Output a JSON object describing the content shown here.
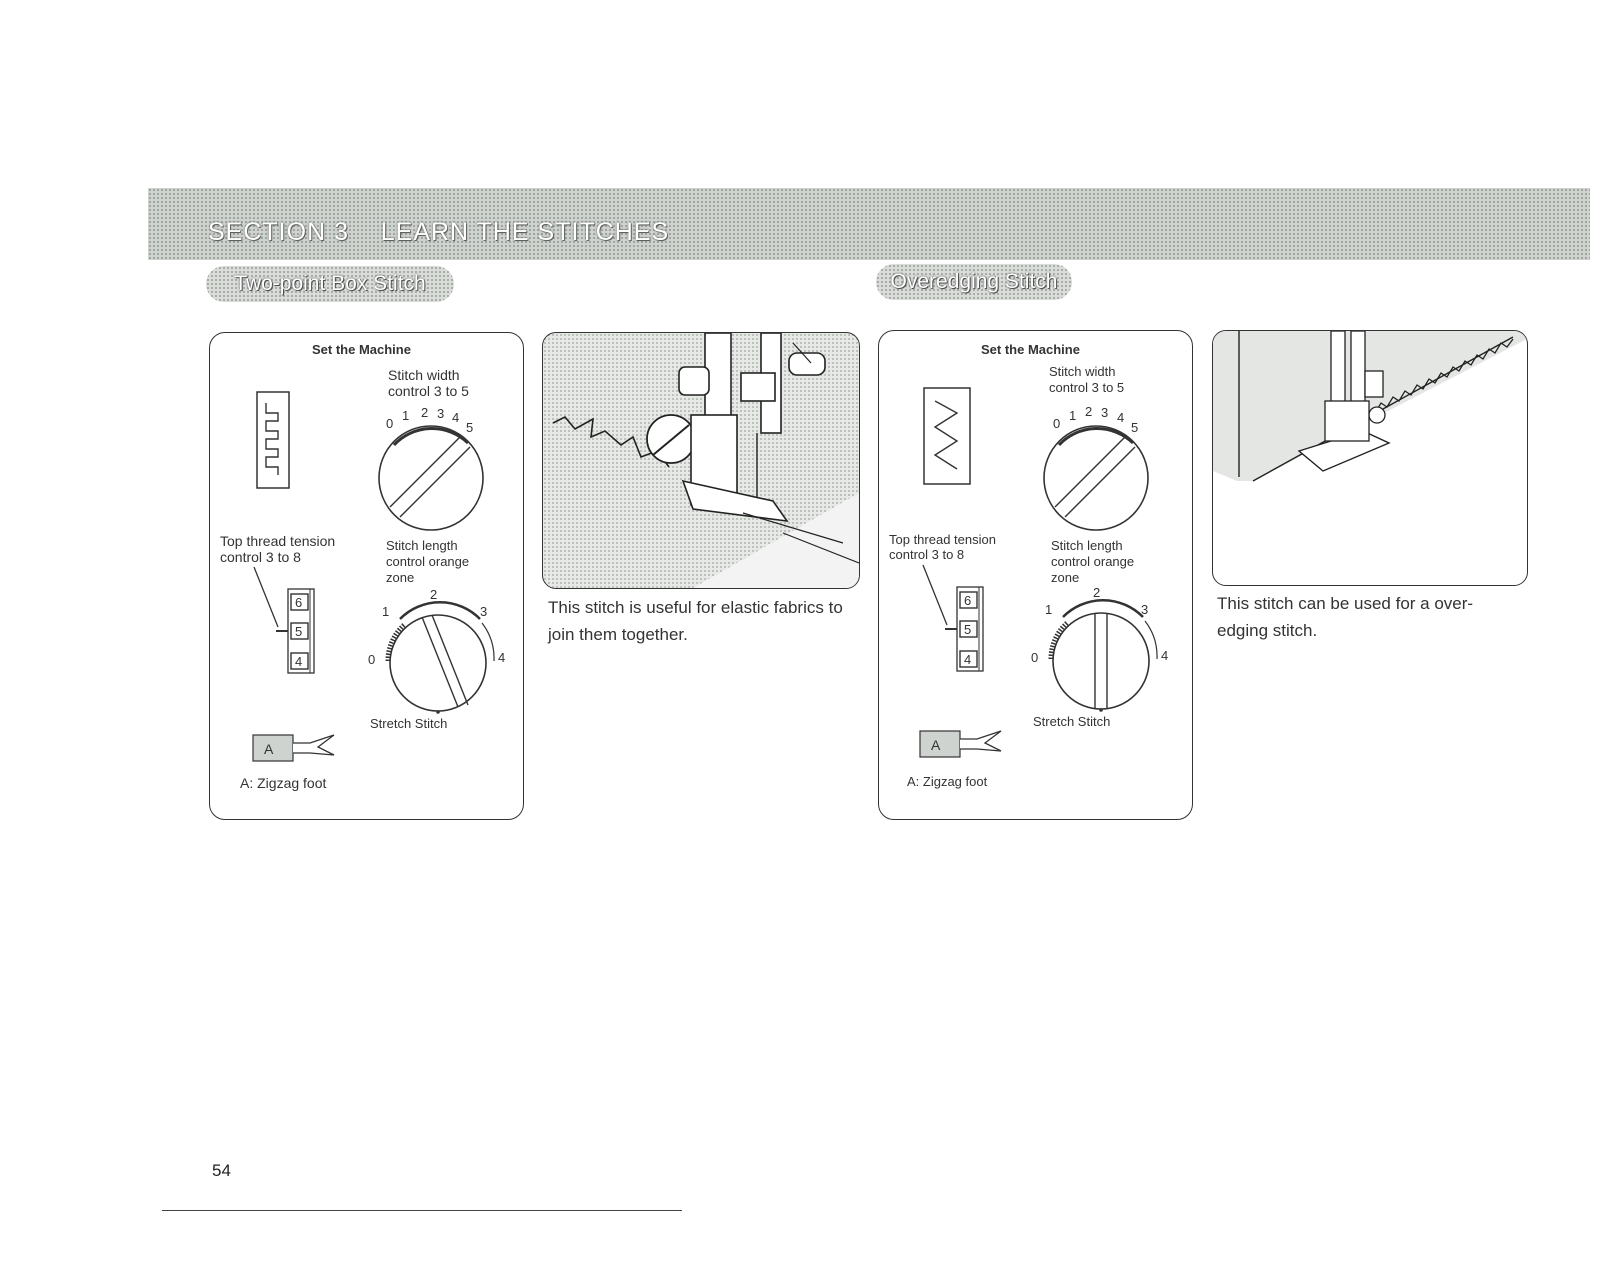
{
  "header": {
    "section_title": "SECTION 3    LEARN THE STITCHES"
  },
  "left": {
    "heading": "Two-point Box Stitch",
    "panel": {
      "title": "Set the Machine",
      "width_label_line1": "Stitch width",
      "width_label_line2": "control 3 to 5",
      "tension_label_line1": "Top thread tension",
      "tension_label_line2": "control 3 to 8",
      "length_label_line1": "Stitch length",
      "length_label_line2": "control orange",
      "length_label_line3": "zone",
      "width_ticks": [
        "0",
        "1",
        "2",
        "3",
        "4",
        "5"
      ],
      "length_ticks": [
        "0",
        "1",
        "2",
        "3",
        "4"
      ],
      "tension_ticks": [
        "6",
        "5",
        "4"
      ],
      "stretch_label": "Stretch Stitch",
      "foot_label": "A: Zigzag foot"
    },
    "caption": "This stitch is useful for elastic fabrics to join them together.",
    "foot_letter": "A"
  },
  "right": {
    "heading": "Overedging Stitch",
    "panel": {
      "title": "Set the Machine",
      "width_label_line1": "Stitch width",
      "width_label_line2": "control 3 to 5",
      "tension_label_line1": "Top thread tension",
      "tension_label_line2": "control 3 to 8",
      "length_label_line1": "Stitch length",
      "length_label_line2": "control orange",
      "length_label_line3": "zone",
      "width_ticks": [
        "0",
        "1",
        "2",
        "3",
        "4",
        "5"
      ],
      "length_ticks": [
        "0",
        "1",
        "2",
        "3",
        "4"
      ],
      "tension_ticks": [
        "6",
        "5",
        "4"
      ],
      "stretch_label": "Stretch Stitch",
      "foot_label": "A: Zigzag foot"
    },
    "caption_line1": "This stitch can be used for a over-",
    "caption_line2": "edging stitch.",
    "foot_letter": "A"
  },
  "footer": {
    "page_number": "54"
  }
}
